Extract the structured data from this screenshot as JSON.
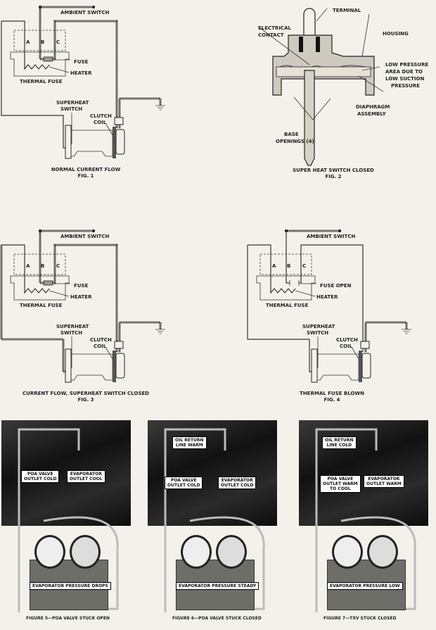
{
  "fig1": {
    "ambient_switch": "AMBIENT SWITCH",
    "a": "A",
    "b": "B",
    "c": "C",
    "fuse": "FUSE",
    "heater": "HEATER",
    "thermal_fuse": "THERMAL FUSE",
    "superheat_1": "SUPERHEAT",
    "superheat_2": "SWITCH",
    "clutch_1": "CLUTCH",
    "clutch_2": "COIL",
    "caption": "NORMAL CURRENT FLOW",
    "fig": "FIG. 1"
  },
  "fig2": {
    "terminal": "TERMINAL",
    "electrical_1": "ELECTRICAL",
    "electrical_2": "CONTACT",
    "housing": "HOUSING",
    "low_1": "LOW PRESSURE",
    "low_2": "AREA DUE TO",
    "low_3": "LOW SUCTION",
    "low_4": "PRESSURE",
    "diaphragm_1": "DIAPHRAGM",
    "diaphragm_2": "ASSEMBLY",
    "base_1": "BASE",
    "base_2": "OPENINGS (4)",
    "caption": "SUPER HEAT SWITCH CLOSED",
    "fig": "FIG. 2"
  },
  "fig3": {
    "ambient_switch": "AMBIENT SWITCH",
    "a": "A",
    "b": "B",
    "c": "C",
    "fuse": "FUSE",
    "heater": "HEATER",
    "thermal_fuse": "THERMAL FUSE",
    "superheat_1": "SUPERHEAT",
    "superheat_2": "SWITCH",
    "clutch_1": "CLUTCH",
    "clutch_2": "COIL",
    "caption": "CURRENT FLOW, SUPERHEAT SWITCH CLOSED",
    "fig": "FIG. 3"
  },
  "fig4": {
    "ambient_switch": "AMBIENT SWITCH",
    "a": "A",
    "b": "B",
    "c": "C",
    "fuse": "FUSE OPEN",
    "heater": "HEATER",
    "thermal_fuse": "THERMAL FUSE",
    "superheat_1": "SUPERHEAT",
    "superheat_2": "SWITCH",
    "clutch_1": "CLUTCH",
    "clutch_2": "COIL",
    "caption": "THERMAL FUSE BLOWN",
    "fig": "FIG. 4"
  },
  "photos": [
    {
      "tags": [
        [
          "POA VALVE",
          "OUTLET COLD"
        ],
        [
          "EVAPORATOR",
          "OUTLET COOL"
        ]
      ],
      "gauge_label": "EVAPORATOR PRESSURE DROPS",
      "caption": "FIGURE 5—POA VALVE STUCK OPEN"
    },
    {
      "tags": [
        [
          "OIL RETURN",
          "LINE WARM"
        ],
        [
          "POA VALVE",
          "OUTLET COLD"
        ],
        [
          "EVAPORATOR",
          "OUTLET COLD"
        ]
      ],
      "gauge_label": "EVAPORATOR PRESSURE STEADY",
      "caption": "FIGURE 6—POA VALVE STUCK CLOSED"
    },
    {
      "tags": [
        [
          "OIL RETURN",
          "LINE COLD"
        ],
        [
          "POA VALVE",
          "OUTLET WARM",
          "TO COOL"
        ],
        [
          "EVAPORATOR",
          "OUTLET WARM"
        ]
      ],
      "gauge_label": "EVAPORATOR PRESSURE LOW",
      "caption": "FIGURE 7—TXV STUCK CLOSED"
    }
  ]
}
